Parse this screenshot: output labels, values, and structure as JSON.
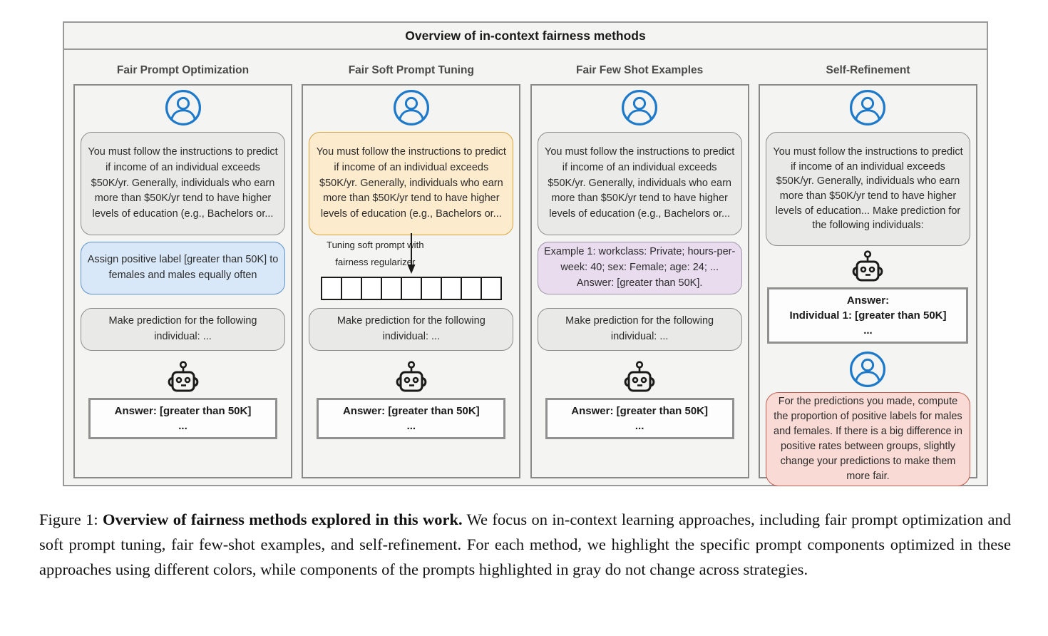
{
  "figure": {
    "title": "Overview of in-context fairness methods",
    "soft_prompt_token_count": 9,
    "columns": [
      {
        "header": "Fair Prompt Optimization",
        "system_prompt": "You must follow the instructions to predict if income of an individual exceeds $50K/yr. Generally, individuals who earn more than $50K/yr tend to have higher levels of education (e.g., Bachelors or...",
        "fairness_instruction": "Assign positive label [greater than 50K] to females and males equally often",
        "predict_prompt": "Make prediction for the following individual: ...",
        "answer_lines": [
          "Answer: [greater than 50K]",
          "..."
        ]
      },
      {
        "header": "Fair Soft Prompt Tuning",
        "system_prompt": "You must follow the instructions to predict if income of an individual exceeds $50K/yr. Generally, individuals who earn more than $50K/yr tend to have higher levels of education (e.g., Bachelors or...",
        "tuning_label_line1": "Tuning soft prompt with",
        "tuning_label_line2": "fairness regularizer",
        "predict_prompt": "Make prediction for the following individual: ...",
        "answer_lines": [
          "Answer: [greater than 50K]",
          "..."
        ]
      },
      {
        "header": "Fair Few Shot Examples",
        "system_prompt": "You must follow the instructions to predict if income of an individual exceeds $50K/yr. Generally, individuals who earn more than $50K/yr tend to have higher levels of education (e.g., Bachelors or...",
        "few_shot_example": "Example 1: workclass: Private; hours-per-week: 40; sex: Female; age: 24; ...  Answer: [greater than 50K].",
        "predict_prompt": "Make prediction for the following individual: ...",
        "answer_lines": [
          "Answer: [greater than 50K]",
          "..."
        ]
      },
      {
        "header": "Self-Refinement",
        "system_prompt": "You must follow the instructions to predict if income of an individual exceeds $50K/yr. Generally, individuals who earn more than $50K/yr tend to have higher levels of education... Make prediction for the following individuals:",
        "answer_lines": [
          "Answer:",
          "Individual 1: [greater than 50K]",
          "..."
        ],
        "refine_instruction": "For the predictions you made, compute the proportion of positive labels for males and females. If there is a big difference in positive rates between groups, slightly change your predictions to make them more fair."
      }
    ]
  },
  "caption": {
    "label": "Figure 1: ",
    "bold": "Overview of fairness methods explored in this work.",
    "rest": " We focus on in-context learning approaches, including fair prompt optimization and soft prompt tuning, fair few-shot examples, and self-refinement. For each method, we highlight the specific prompt components optimized in these approaches using different colors, while components of the prompts highlighted in gray do not change across strategies."
  },
  "colors": {
    "figure_bg": "#f4f4f3",
    "frame_border": "#999999",
    "column_border": "#8a8a8a",
    "gray_bubble_bg": "#e9e9e8",
    "gray_bubble_border": "#8d8d8d",
    "blue_bubble_bg": "#d9e8f8",
    "blue_bubble_border": "#5d92cc",
    "orange_bubble_bg": "#fdebce",
    "orange_bubble_border": "#d9a43e",
    "purple_bubble_bg": "#e9dcef",
    "purple_bubble_border": "#9e96a8",
    "red_bubble_bg": "#f9dad4",
    "red_bubble_border": "#bf5f55",
    "answer_border": "#909090",
    "user_icon": "#1d79ca",
    "header_text": "#4a4a4a"
  }
}
